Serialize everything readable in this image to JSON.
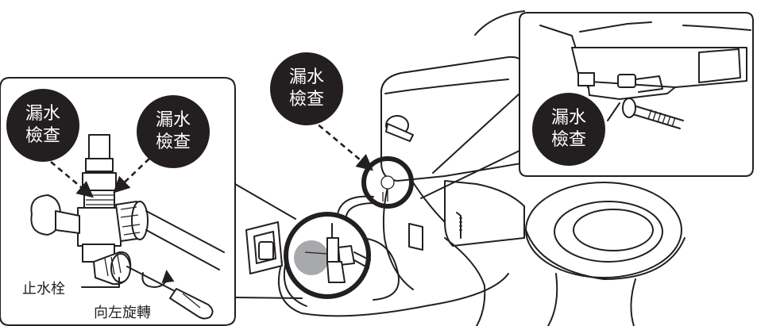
{
  "callouts": {
    "check": "漏水\n檢查"
  },
  "labels": {
    "stop_valve": "止水栓",
    "turn_left": "向左旋轉"
  },
  "colors": {
    "ink": "#231f20",
    "bubble": "#231f20",
    "highlight_disc": "#a7a9ac",
    "paper": "#ffffff"
  },
  "icons": [
    "leak-check-bubble",
    "screwdriver-icon",
    "rotate-arrow-icon",
    "wall-outlet-icon",
    "hose-icon"
  ]
}
